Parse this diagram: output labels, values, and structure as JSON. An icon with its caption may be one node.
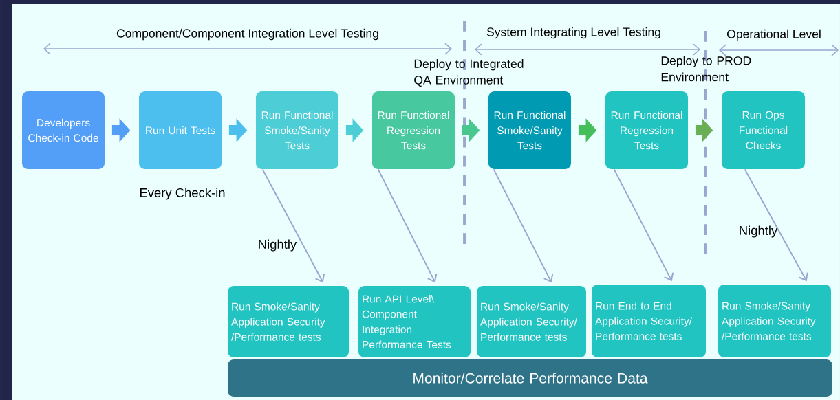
{
  "diagram": {
    "nodes": [
      {
        "text": [
          "Developers Check-in Code"
        ]
      },
      {
        "text": [
          "Run Unit Tests"
        ],
        "beside": [
          "Every Check-in"
        ]
      },
      {
        "text": [
          "Run Functional Smoke/Sanity Tests"
        ]
      },
      {
        "text": [
          "Run Functional Regression Tests"
        ]
      },
      {
        "text": [
          "Run Functional Smoke/Sanity Tests"
        ]
      },
      {
        "text": [
          "Run Functional Regression Tests"
        ]
      },
      {
        "text": [
          "Run Ops Functional Checks"
        ]
      },
      {
        "text": [
          "Run Smoke/Sanity Application Security /Performance tests"
        ]
      },
      {
        "text": [
          "Run API Level\\ Component Integration Performance Tests"
        ]
      },
      {
        "text": [
          "Run Smoke/Sanity Application Security/ Performance tests"
        ]
      },
      {
        "text": [
          "Run End to End Application Security/ Performance tests"
        ]
      },
      {
        "text": [
          "Run Smoke/Sanity Application Security /Performance tests"
        ]
      },
      {
        "text": [
          "Monitor/Correlate Performance Data"
        ]
      }
    ],
    "edges": [
      {
        "from": 0,
        "to": 1,
        "arrow": "to",
        "color": "#539ff7"
      },
      {
        "from": 1,
        "to": 2,
        "arrow": "to",
        "color": "#4dbfef"
      },
      {
        "from": 2,
        "to": 3,
        "arrow": "to",
        "color": "#4dcdd6"
      },
      {
        "from": 3,
        "to": 4,
        "arrow": "to",
        "color": "#48c88f"
      },
      {
        "from": 4,
        "to": 5,
        "arrow": "to",
        "color": "#45bf5a"
      },
      {
        "from": 5,
        "to": 6,
        "arrow": "to",
        "color": "#6aae55"
      },
      {
        "from": 2,
        "to": 7,
        "arrow": "to",
        "label": "Nightly"
      },
      {
        "from": 3,
        "to": 8,
        "arrow": "to"
      },
      {
        "from": 4,
        "to": 9,
        "arrow": "to"
      },
      {
        "from": 5,
        "to": 10,
        "arrow": "to"
      },
      {
        "from": 6,
        "to": 11,
        "arrow": "to",
        "label": "Nightly"
      }
    ],
    "labels": [
      "Component/Component Integration Level Testing",
      "System Integrating Level Testing",
      "Operational Level",
      "Deploy to Integrated QA Environment",
      "Deploy to PROD Environment"
    ]
  }
}
